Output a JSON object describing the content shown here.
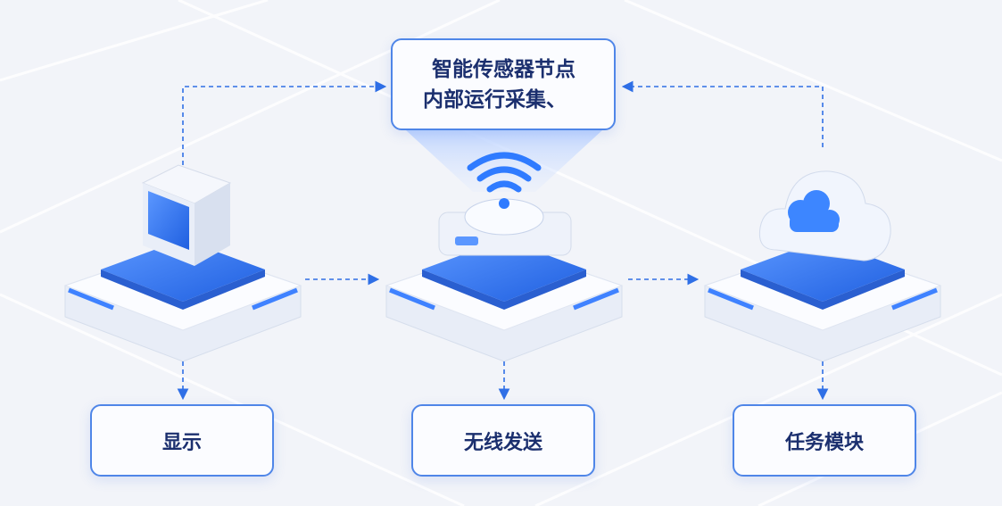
{
  "top_box": {
    "line1": "智能传感器节点",
    "line2": "内部运行采集、"
  },
  "bottom_boxes": [
    {
      "label": "显示"
    },
    {
      "label": "无线发送"
    },
    {
      "label": "任务模块"
    }
  ],
  "colors": {
    "accent": "#2f6fe6",
    "border": "#4f86e8",
    "text": "#1b2f6e",
    "background": "#f2f4f9"
  }
}
